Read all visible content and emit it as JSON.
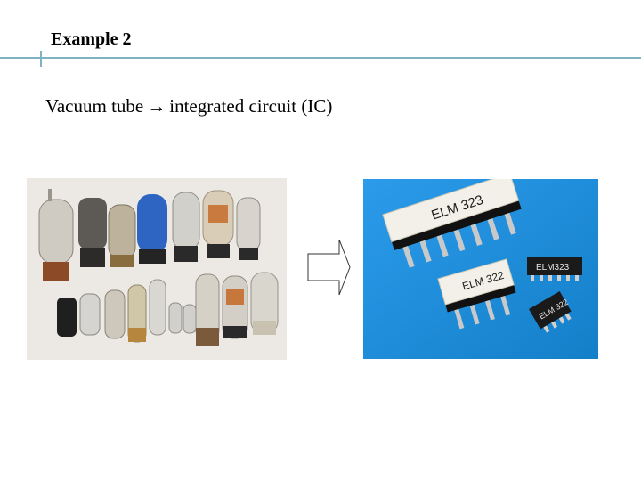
{
  "slide": {
    "title": "Example 2",
    "subtitle_left": "Vacuum tube",
    "subtitle_arrow": "→",
    "subtitle_right": "integrated circuit (IC)"
  },
  "images": {
    "tubes": {
      "description_icon": "vacuum-tubes-photo"
    },
    "chips": {
      "description_icon": "ic-chips-photo",
      "labels": [
        "ELM 323",
        "ELM 322",
        "ELM323",
        "ELM 322"
      ]
    }
  },
  "colors": {
    "accent_rule": "#7fb3c3",
    "chip_background": "#1e8fdd"
  }
}
